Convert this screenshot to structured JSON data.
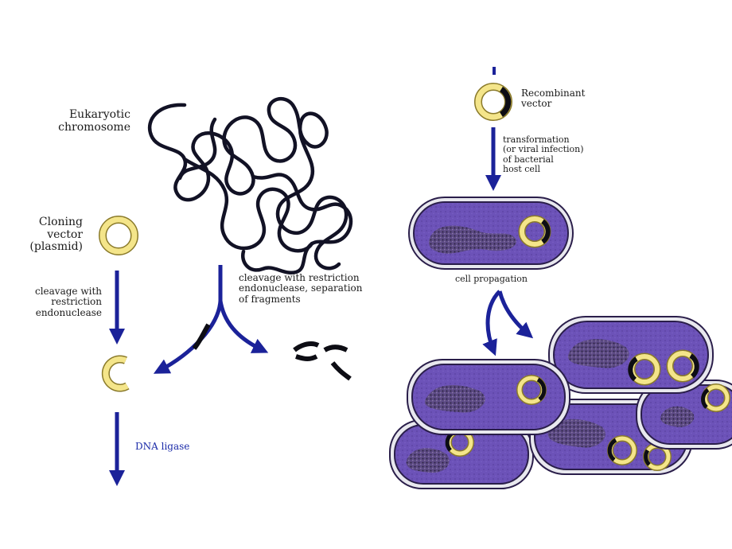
{
  "labels": {
    "eukaryotic_chromosome": [
      "Eukaryotic",
      "chromosome"
    ],
    "cloning_vector": [
      "Cloning",
      "vector",
      "(plasmid)"
    ],
    "cleavage_vector": [
      "cleavage with",
      "restriction",
      "endonuclease"
    ],
    "cleavage_chromosome": [
      "cleavage with restriction",
      "endonuclease, separation",
      "of fragments"
    ],
    "dna_ligase": "DNA ligase",
    "recombinant_vector": [
      "Recombinant",
      "vector"
    ],
    "transformation": [
      "transformation",
      "(or viral infection)",
      "of bacterial",
      "host cell"
    ],
    "cell_propagation": "cell propagation"
  },
  "colors": {
    "arrow": "#1b2299",
    "plasmid_ring": "#f4e58a",
    "plasmid_edge": "#8a7a2a",
    "dna": "#121225",
    "cell_fill": "#6a4fb4",
    "cell_edge": "#2a1e4a",
    "nucleoid": "#4a3a6a"
  }
}
